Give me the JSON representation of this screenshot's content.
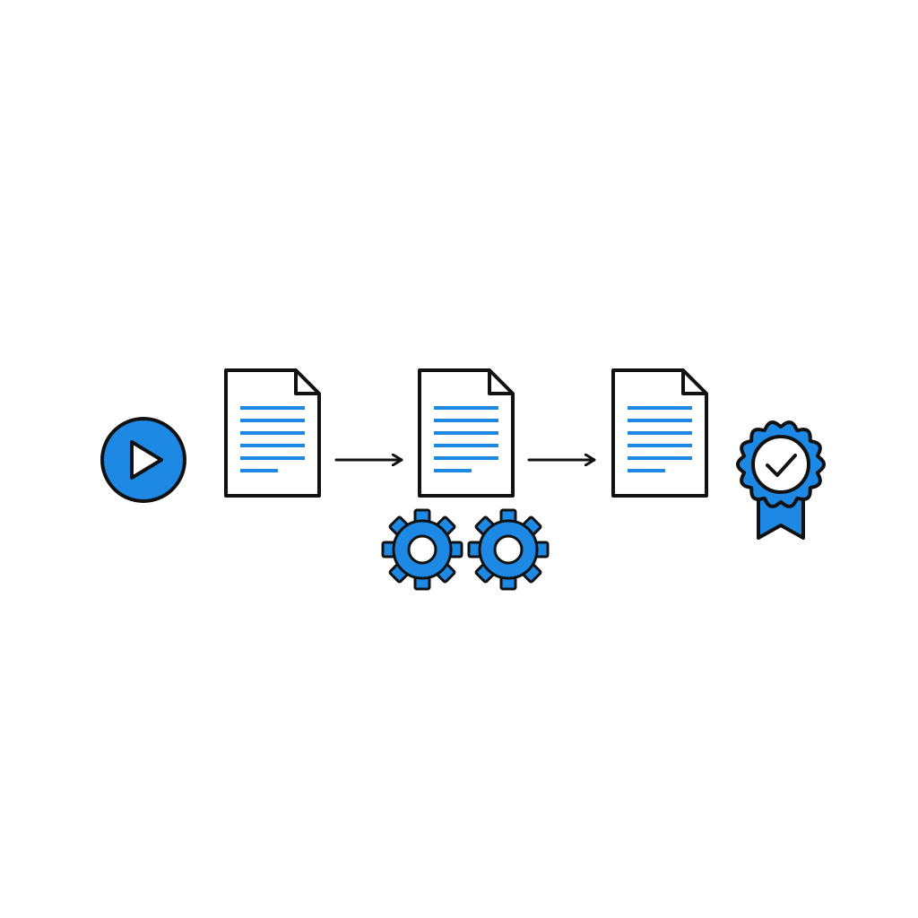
{
  "colors": {
    "background": "#ffffff",
    "accent": "#1e88e5",
    "outline": "#111111",
    "paper": "#ffffff"
  },
  "flow": {
    "start": {
      "icon": "play-circle-icon"
    },
    "steps": [
      {
        "icon": "document-icon",
        "lines": 6
      },
      {
        "icon": "document-icon",
        "lines": 6,
        "badge": "gears-icon"
      },
      {
        "icon": "document-icon",
        "lines": 6
      }
    ],
    "connectors": [
      "arrow-right-icon",
      "arrow-right-icon"
    ],
    "end": {
      "icon": "award-check-badge-icon"
    }
  }
}
